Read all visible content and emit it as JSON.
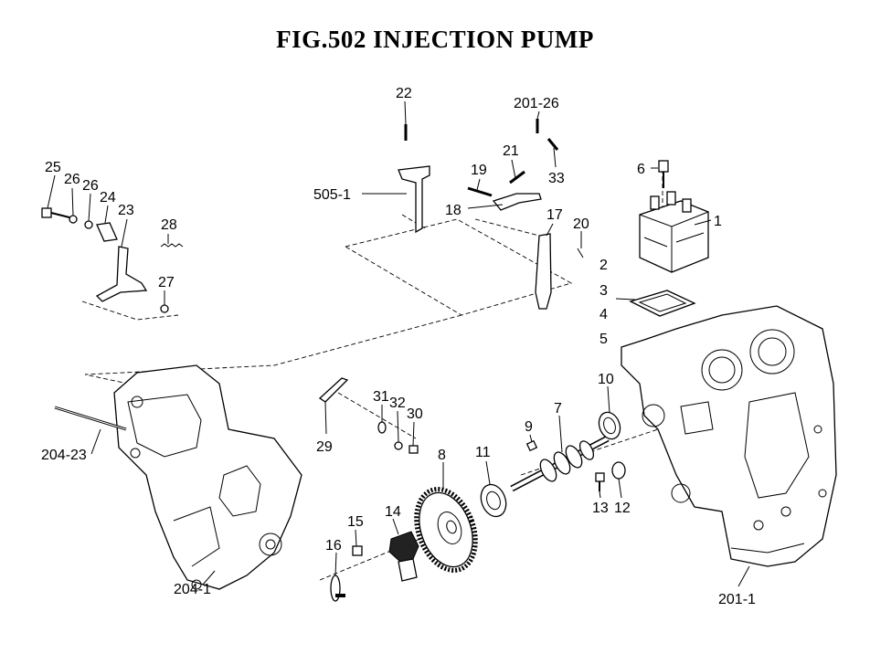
{
  "title": "FIG.502  INJECTION PUMP",
  "labels": {
    "p1": "1",
    "p2": "2",
    "p3": "3",
    "p4": "4",
    "p5": "5",
    "p6": "6",
    "p7": "7",
    "p8": "8",
    "p9": "9",
    "p10": "10",
    "p11": "11",
    "p12": "12",
    "p13": "13",
    "p14": "14",
    "p15": "15",
    "p16": "16",
    "p17": "17",
    "p18": "18",
    "p19": "19",
    "p20": "20",
    "p21": "21",
    "p22": "22",
    "p23": "23",
    "p24": "24",
    "p25": "25",
    "p26a": "26",
    "p26b": "26",
    "p27": "27",
    "p28": "28",
    "p29": "29",
    "p30": "30",
    "p31": "31",
    "p32": "32",
    "p33": "33",
    "p201_1": "201-1",
    "p201_26": "201-26",
    "p204_1": "204-1",
    "p204_23": "204-23",
    "p505_1": "505-1"
  }
}
